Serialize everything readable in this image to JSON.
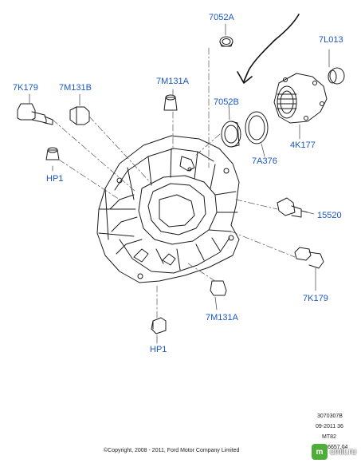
{
  "colors": {
    "label": "#1a56c9",
    "line": "#1c1c1c",
    "leader": "#555555",
    "watermark": "#4fae3a"
  },
  "labels": {
    "7052A": "7052A",
    "7L013": "7L013",
    "7K179_top": "7K179",
    "7M131B": "7M131B",
    "7M131A_top": "7M131A",
    "7052B": "7052B",
    "HP1_top": "HP1",
    "7A376": "7A376",
    "4K177": "4K177",
    "15520": "15520",
    "7K179_bottom": "7K179",
    "7M131A_bottom": "7M131A",
    "HP1_bottom": "HP1"
  },
  "meta": {
    "code1": "3070307B",
    "code2": "09-2011 36",
    "code3": "MT82",
    "code4": "G.0156657.04",
    "copyright": "©Copyright, 2008 - 2011, Ford Motor Company Limited"
  },
  "watermark": {
    "badge": "m",
    "text": "cmlt.ru"
  }
}
